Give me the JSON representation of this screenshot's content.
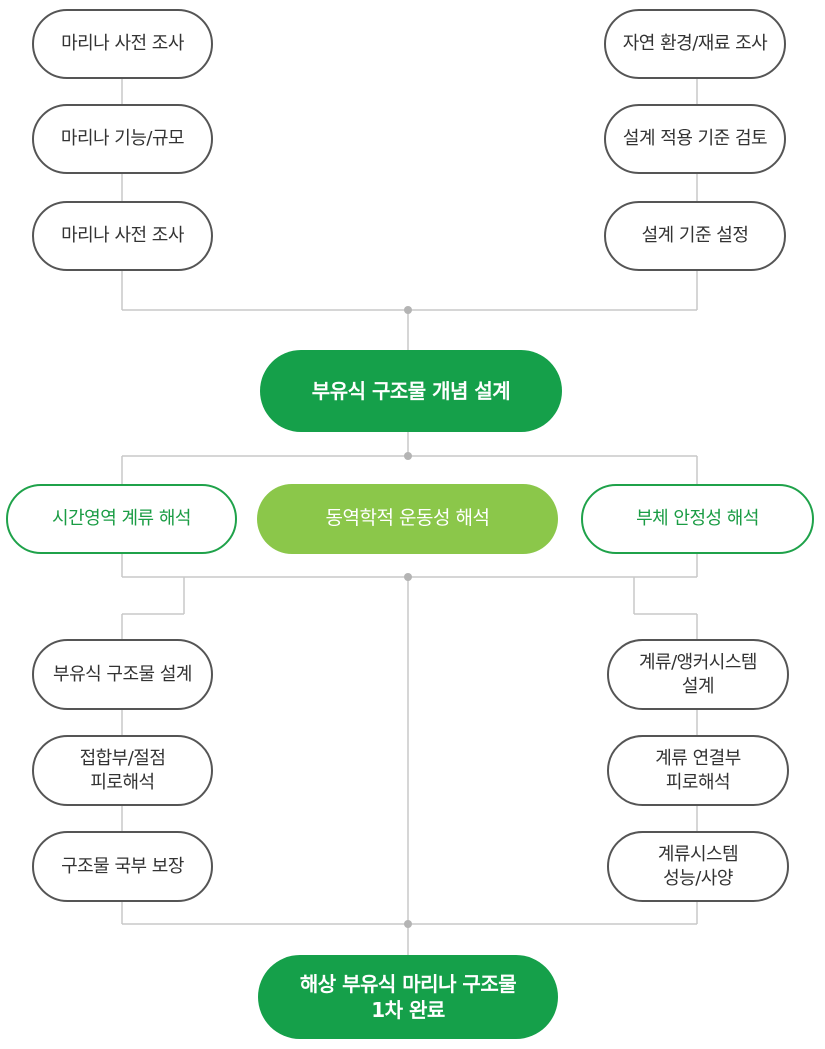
{
  "diagram": {
    "left_top": [
      "마리나 사전 조사",
      "마리나 기능/규모",
      "마리나 사전 조사"
    ],
    "right_top": [
      "자연 환경/재료 조사",
      "설계 적용 기준 검토",
      "설계 기준 설정"
    ],
    "concept_design": "부유식 구조물 개념 설계",
    "analyses": {
      "left": "시간영역 계류 해석",
      "center": "동역학적 운동성 해석",
      "right": "부체 안정성 해석"
    },
    "left_bottom": [
      "부유식 구조물 설계",
      "접합부/절점\n피로해석",
      "구조물 국부 보장"
    ],
    "right_bottom": [
      "계류/앵커시스템\n설계",
      "계류 연결부\n피로해석",
      "계류시스템\n성능/사양"
    ],
    "final": "해상 부유식 마리나 구조물\n1차 완료"
  },
  "colors": {
    "connector": "#c8c8c8",
    "node_border": "#555555",
    "primary_green": "#15a04a",
    "light_green": "#8bc74a"
  }
}
